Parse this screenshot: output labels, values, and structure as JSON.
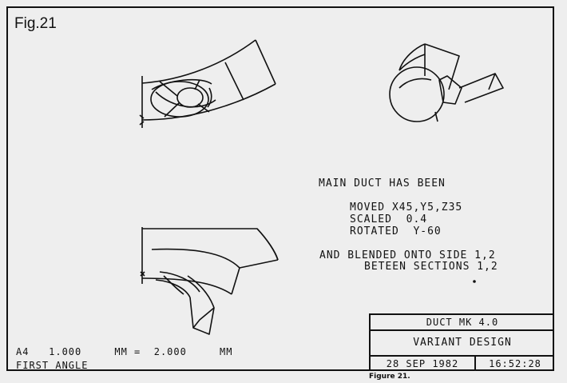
{
  "figure_label": "Fig.21",
  "notes": {
    "heading": "MAIN DUCT HAS BEEN",
    "moved": "MOVED X45,Y5,Z35",
    "scaled": "SCALED  0.4",
    "rotated": "ROTATED  Y-60",
    "blended": "AND BLENDED ONTO SIDE 1,2",
    "between": "BETEEN SECTIONS 1,2"
  },
  "title_block": {
    "part": "DUCT  MK  4.0",
    "title": "VARIANT DESIGN",
    "date": "28 SEP 1982",
    "time": "16:52:28"
  },
  "bottom_left": {
    "line1": "A4   1.000     MM =  2.000     MM",
    "line2": "FIRST ANGLE"
  },
  "caption": "Figure 21."
}
